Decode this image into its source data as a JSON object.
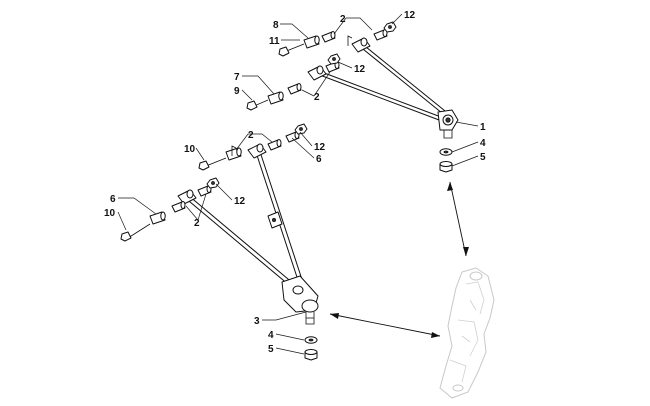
{
  "callouts": {
    "upper_right_2_top": "2",
    "upper_right_12_top": "12",
    "upper_right_8": "8",
    "upper_right_11": "11",
    "upper_right_7": "7",
    "upper_right_9": "9",
    "upper_right_2_mid": "2",
    "upper_right_12_mid": "12",
    "upper_right_1": "1",
    "upper_right_4": "4",
    "upper_right_5": "5",
    "lower_left_10_top": "10",
    "lower_left_2_top": "2",
    "lower_left_12_top": "12",
    "lower_left_6_top": "6",
    "lower_left_6_bottom": "6",
    "lower_left_10_bottom": "10",
    "lower_left_12_mid": "12",
    "lower_left_2_mid": "2",
    "lower_left_3": "3",
    "lower_left_4": "4",
    "lower_left_5": "5"
  }
}
